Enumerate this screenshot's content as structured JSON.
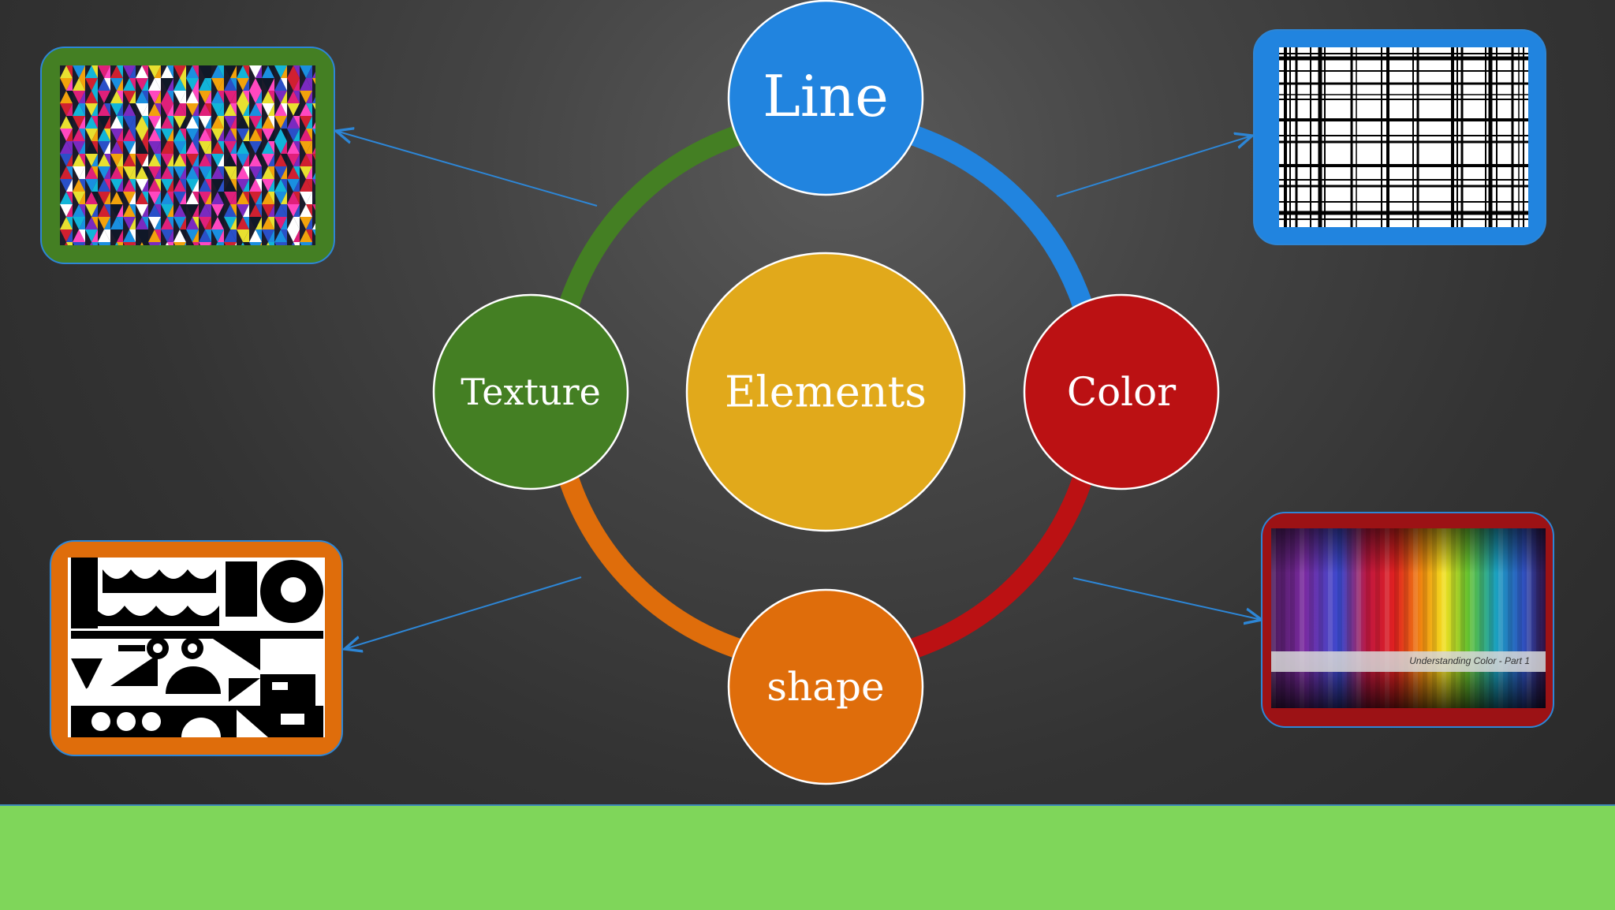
{
  "diagram": {
    "center": {
      "label": "Elements",
      "color": "#e1a91b"
    },
    "nodes": [
      {
        "id": "line",
        "label": "Line",
        "color": "#2184df"
      },
      {
        "id": "color",
        "label": "Color",
        "color": "#bb1113"
      },
      {
        "id": "shape",
        "label": "shape",
        "color": "#df6d0b"
      },
      {
        "id": "texture",
        "label": "Texture",
        "color": "#447f23"
      }
    ],
    "ring_colors": {
      "line_to_color": "#2184df",
      "color_to_shape": "#bb1113",
      "shape_to_texture": "#df6d0b",
      "texture_to_line": "#447f23"
    },
    "connector_color": "#2d86d6"
  },
  "example_images": {
    "texture": {
      "frame_color": "#447f23",
      "icon": "isometric-cube-pattern"
    },
    "line": {
      "frame_color": "#2184df",
      "icon": "plaid-lines-pattern"
    },
    "shape": {
      "frame_color": "#df6d0b",
      "icon": "black-white-shapes-pattern"
    },
    "color": {
      "frame_color": "#9c1215",
      "icon": "rainbow-stripes",
      "caption": "Understanding Color - Part 1"
    }
  },
  "footer": {
    "color": "#7fd65a"
  }
}
